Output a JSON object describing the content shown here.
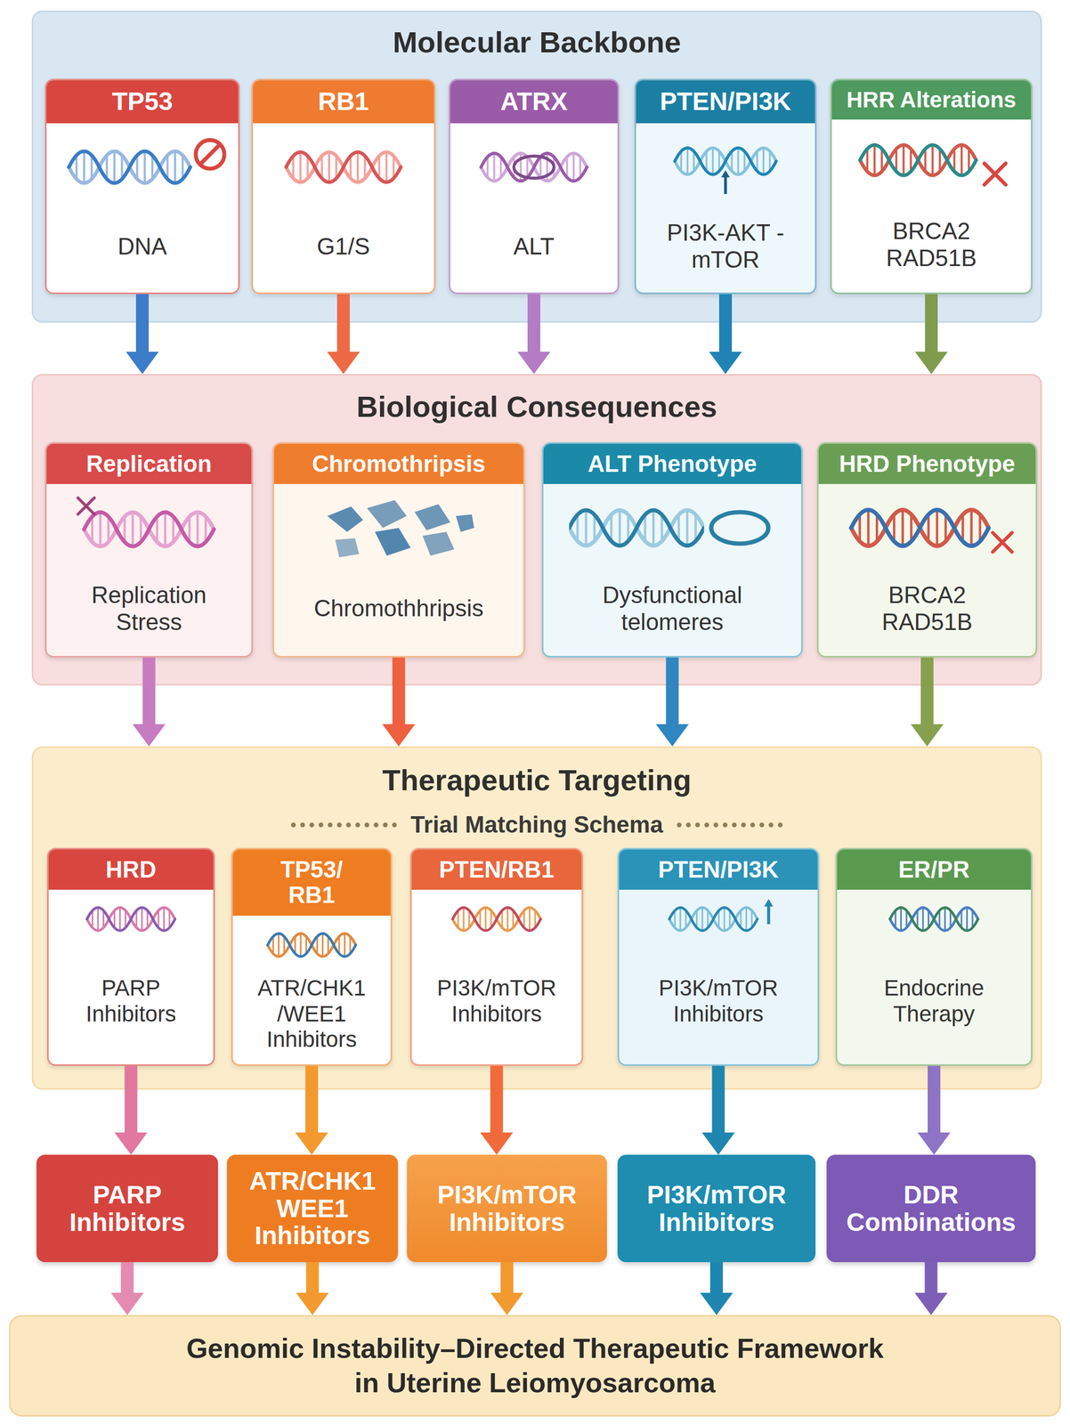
{
  "diagram": {
    "nodes": [
      {
        "text": [
          "Molecular Backbone"
        ]
      },
      {
        "text": [
          "TP53",
          "DNA"
        ],
        "in": 0
      },
      {
        "text": [
          "RB1",
          "G1/S"
        ],
        "in": 0
      },
      {
        "text": [
          "ATRX",
          "ALT"
        ],
        "in": 0
      },
      {
        "text": [
          "PTEN/PI3K",
          "PI3K-AKT -mTOR"
        ],
        "in": 0
      },
      {
        "text": [
          "HRR Alterations",
          "BRCA2 RAD51B"
        ],
        "in": 0
      },
      {
        "text": [
          "Biological Consequences"
        ]
      },
      {
        "text": [
          "Replication",
          "Replication Stress"
        ],
        "in": 6
      },
      {
        "text": [
          "Chromothripsis",
          "Chromothhripsis"
        ],
        "in": 6
      },
      {
        "text": [
          "ALT Phenotype",
          "Dysfunctional telomeres"
        ],
        "in": 6
      },
      {
        "text": [
          "HRD Phenotype",
          "BRCA2 RAD51B"
        ],
        "in": 6
      },
      {
        "text": [
          "Therapeutic Targeting",
          "Trial Matching Schema"
        ]
      },
      {
        "text": [
          "HRD",
          "PARP Inhibitors"
        ],
        "in": 11
      },
      {
        "text": [
          "TP53/ RB1",
          "ATR/CHK1 /WEE1 Inhibitors"
        ],
        "in": 11
      },
      {
        "text": [
          "PTEN/RB1",
          "PI3K/mTOR Inhibitors"
        ],
        "in": 11
      },
      {
        "text": [
          "PTEN/PI3K",
          "PI3K/mTOR Inhibitors"
        ],
        "in": 11
      },
      {
        "text": [
          "ER/PR",
          "Endocrine Therapy"
        ],
        "in": 11
      },
      {
        "text": [
          "PARP Inhibitors"
        ]
      },
      {
        "text": [
          "ATR/CHK1 WEE1 Inhibitors"
        ]
      },
      {
        "text": [
          "PI3K/mTOR Inhibitors"
        ]
      },
      {
        "text": [
          "PI3K/mTOR Inhibitors"
        ]
      },
      {
        "text": [
          "DDR Combinations"
        ]
      },
      {
        "text": [
          "Genomic Instability–Directed Therapeutic Framework in Uterine Leiomyosarcoma"
        ]
      }
    ],
    "edges": [
      {
        "from": 1,
        "to": 6,
        "arrow": "to"
      },
      {
        "from": 2,
        "to": 6,
        "arrow": "to"
      },
      {
        "from": 3,
        "to": 6,
        "arrow": "to"
      },
      {
        "from": 4,
        "to": 6,
        "arrow": "to"
      },
      {
        "from": 5,
        "to": 6,
        "arrow": "to"
      },
      {
        "from": 7,
        "to": 11,
        "arrow": "to"
      },
      {
        "from": 8,
        "to": 11,
        "arrow": "to"
      },
      {
        "from": 9,
        "to": 11,
        "arrow": "to"
      },
      {
        "from": 10,
        "to": 11,
        "arrow": "to"
      },
      {
        "from": 12,
        "to": 17,
        "arrow": "to"
      },
      {
        "from": 13,
        "to": 18,
        "arrow": "to"
      },
      {
        "from": 14,
        "to": 19,
        "arrow": "to"
      },
      {
        "from": 15,
        "to": 20,
        "arrow": "to"
      },
      {
        "from": 16,
        "to": 21,
        "arrow": "to"
      },
      {
        "from": 17,
        "to": 22,
        "arrow": "to"
      },
      {
        "from": 18,
        "to": 22,
        "arrow": "to"
      },
      {
        "from": 19,
        "to": 22,
        "arrow": "to"
      },
      {
        "from": 20,
        "to": 22,
        "arrow": "to"
      },
      {
        "from": 21,
        "to": 22,
        "arrow": "to"
      }
    ]
  }
}
